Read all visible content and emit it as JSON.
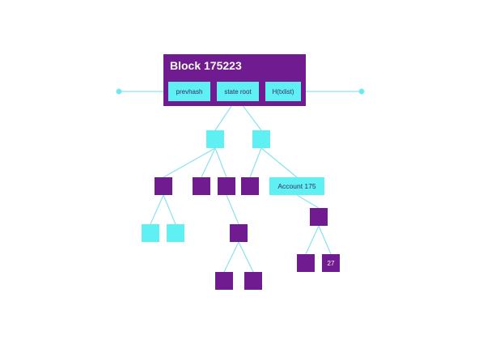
{
  "block": {
    "title": "Block 175223",
    "fields": [
      "prevhash",
      "state root",
      "H(txlist)"
    ]
  },
  "account_label": "Account 175",
  "leaf_value": "27",
  "colors": {
    "purple": "#701b8f",
    "cyan": "#5ef0f2",
    "line": "#89e3ec",
    "text_dark": "#3d2a6b"
  }
}
